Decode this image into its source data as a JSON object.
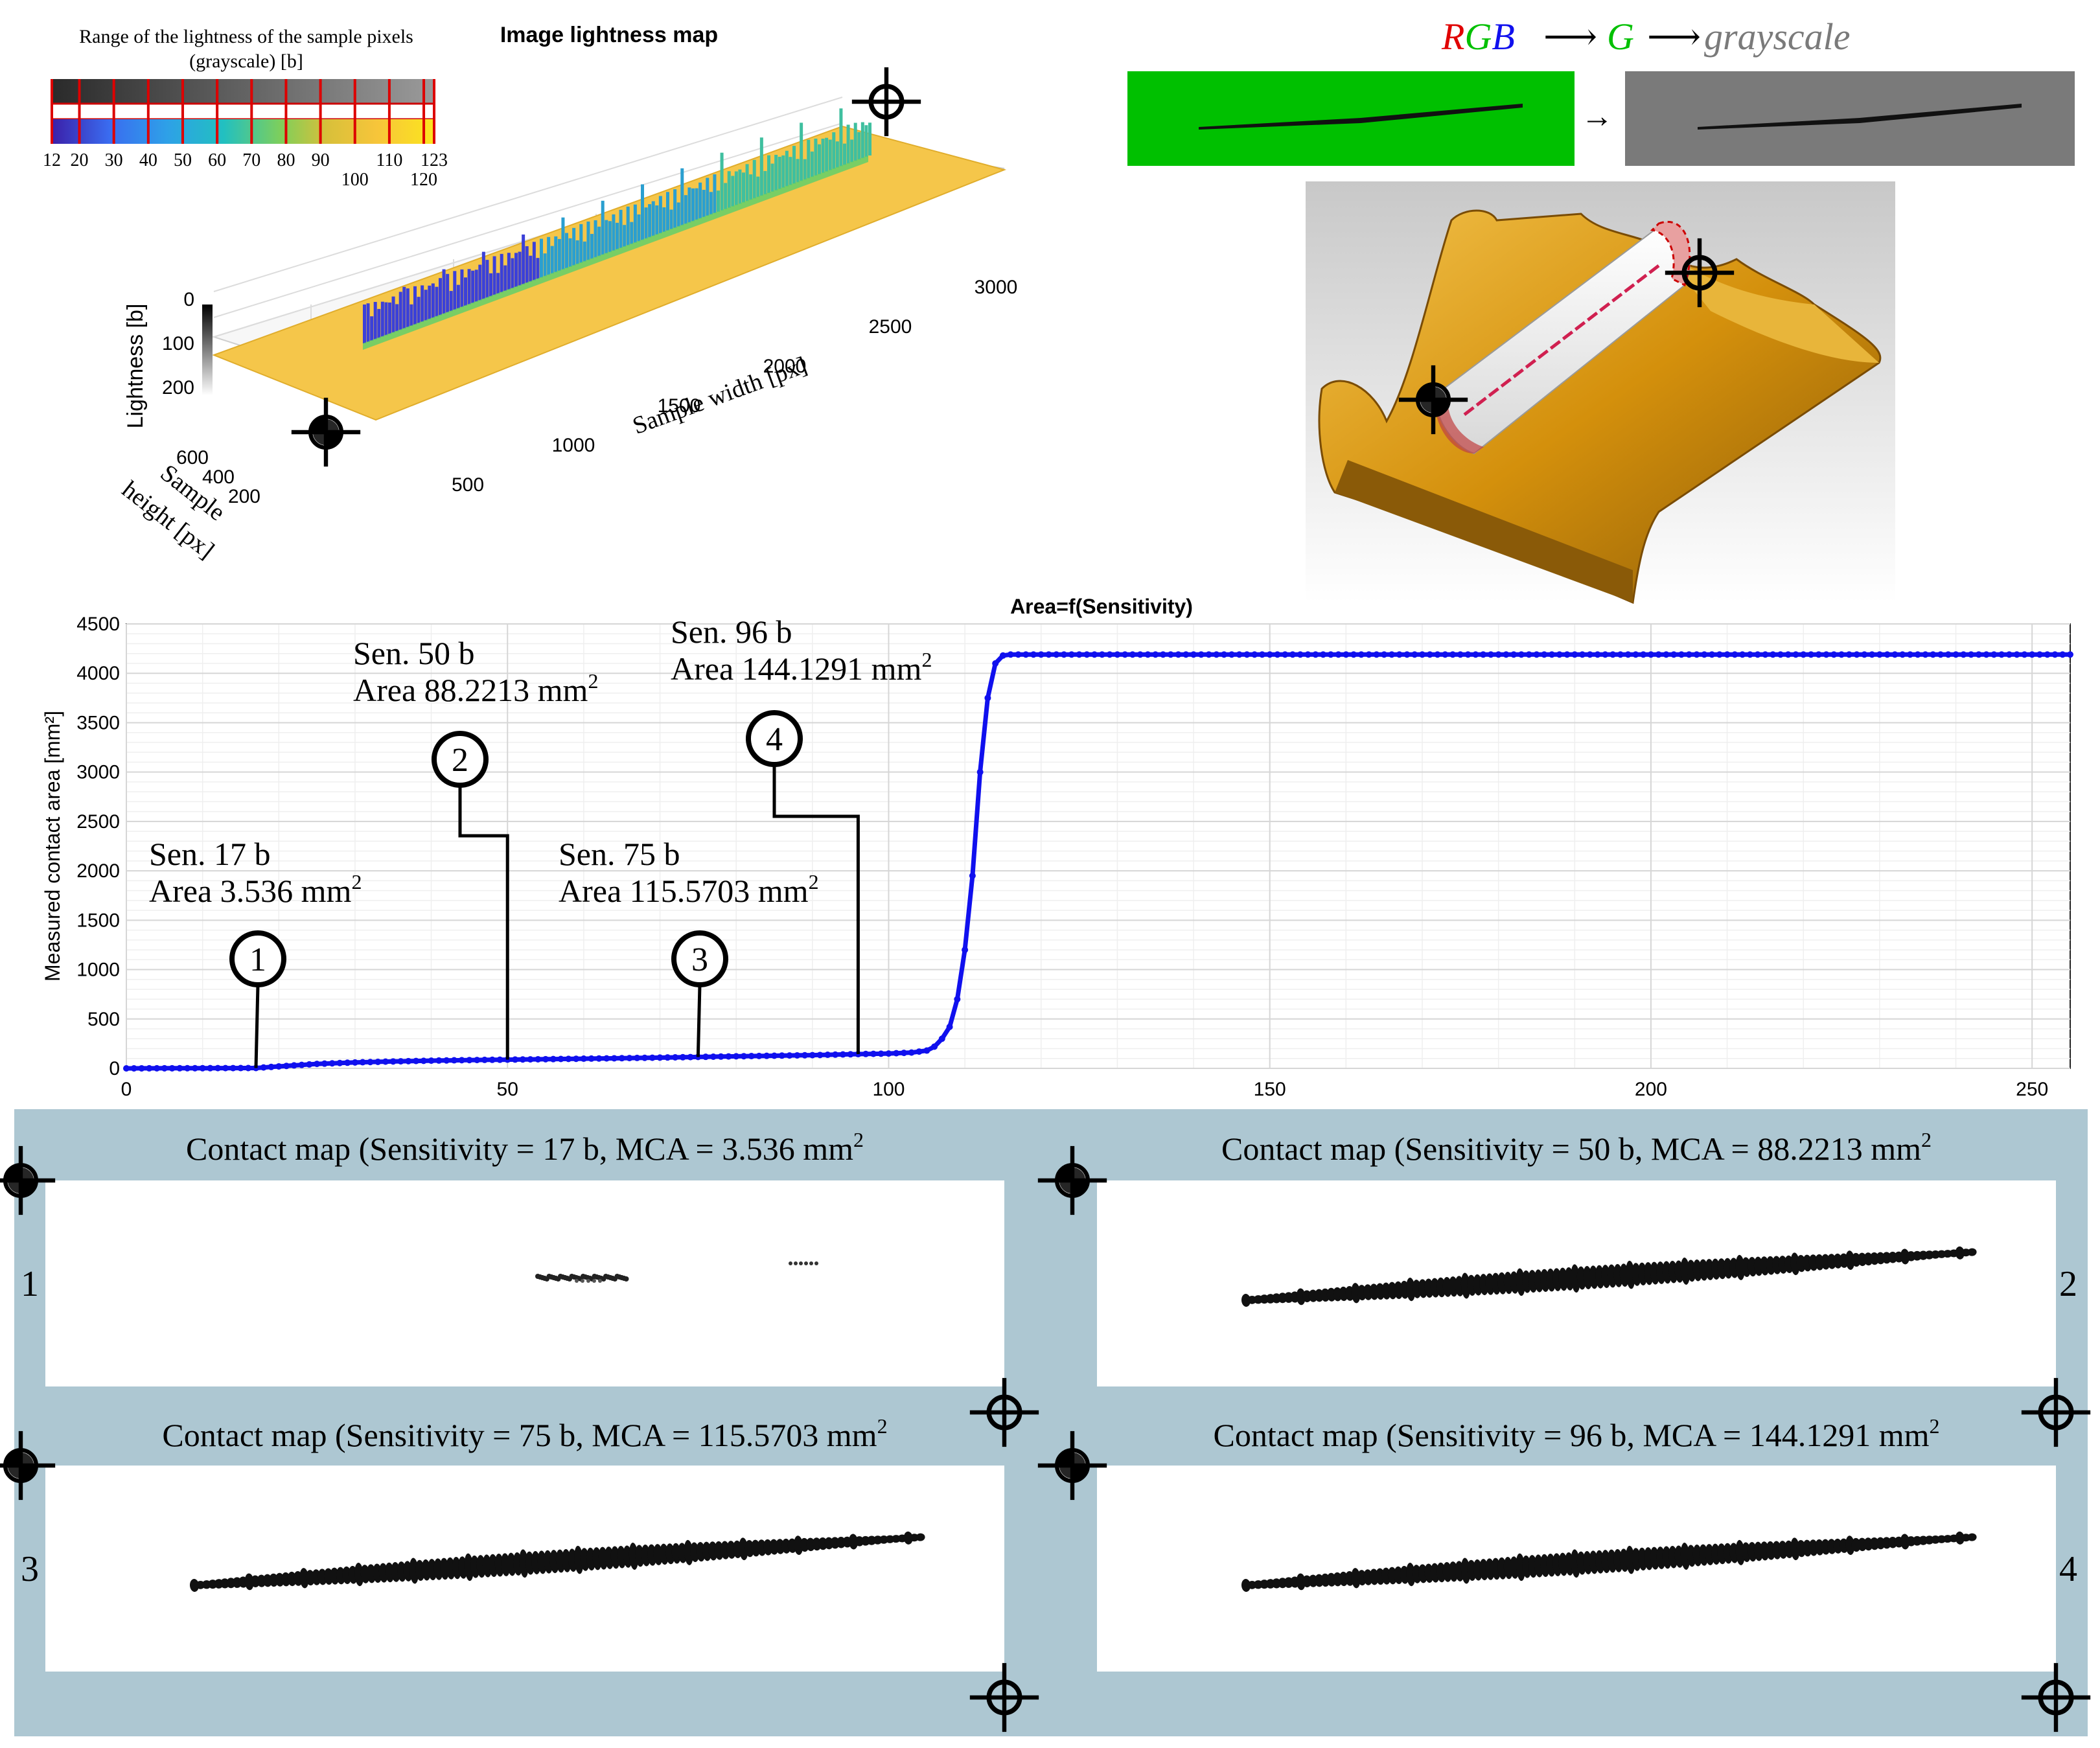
{
  "colors": {
    "series_blue": "#1010ee",
    "panel_bg": "#adc7d2",
    "green_image": "#00c000",
    "gray_image": "#7a7a7a",
    "gear_gold": "#d9920a",
    "surface_yellow": "#f5c64a",
    "grid": "#e3e3e3"
  },
  "top_left": {
    "colorbar_title_line1": "Range of the lightness of the sample pixels",
    "colorbar_title_line2": "(grayscale) [b]",
    "colorbar_ticks_top_row": [
      "12",
      "20",
      "30",
      "40",
      "50",
      "60",
      "70",
      "80",
      "90",
      "110",
      "123"
    ],
    "colorbar_ticks_bottom_row": [
      "100",
      "120"
    ],
    "map_title": "Image lightness map",
    "z_label": "Lightness [b]",
    "z_ticks": [
      "0",
      "100",
      "200"
    ],
    "y_label_line1": "Sample",
    "y_label_line2": "height [px]",
    "y_ticks": [
      "600",
      "400",
      "200"
    ],
    "x_label": "Sample width [px]",
    "x_ticks": [
      "500",
      "1000",
      "1500",
      "2000",
      "2500",
      "3000"
    ]
  },
  "top_right": {
    "pipeline_r": "R",
    "pipeline_g": "G",
    "pipeline_b": "B",
    "pipeline_arrow": "⟶",
    "pipeline_g2": "G",
    "pipeline_gray": "grayscale",
    "arrow_glyph": "→",
    "icons": [
      "crosshair-target-icon",
      "crosshair-filled-icon"
    ]
  },
  "chart_data": {
    "type": "line",
    "title": "Area=f(Sensitivity)",
    "xlabel": "",
    "ylabel": "Measured contact area [mm²]",
    "xlim": [
      0,
      255
    ],
    "ylim": [
      0,
      4500
    ],
    "x_ticks": [
      0,
      50,
      100,
      150,
      200,
      250
    ],
    "y_ticks": [
      0,
      500,
      1000,
      1500,
      2000,
      2500,
      3000,
      3500,
      4000,
      4500
    ],
    "grid": true,
    "series": [
      {
        "x": [
          0,
          5,
          10,
          15,
          17,
          20,
          25,
          30,
          35,
          40,
          45,
          50,
          55,
          60,
          65,
          70,
          75,
          80,
          85,
          90,
          96,
          100,
          103,
          105,
          106,
          107,
          108,
          109,
          110,
          111,
          112,
          113,
          114,
          115,
          116,
          120,
          150,
          200,
          255
        ],
        "y": [
          0,
          1,
          2,
          3,
          3.536,
          20,
          45,
          60,
          70,
          78,
          84,
          88.2213,
          93,
          98,
          103,
          109,
          115.5703,
          122,
          128,
          134,
          144.1291,
          150,
          160,
          180,
          220,
          300,
          420,
          700,
          1200,
          1950,
          3000,
          3750,
          4100,
          4180,
          4190,
          4190,
          4190,
          4190,
          4190
        ]
      }
    ],
    "annotations": [
      {
        "id": "1",
        "x": 17,
        "y": 3.536,
        "sen": "Sen. 17 b",
        "area": "Area 3.536 mm",
        "sup": "2"
      },
      {
        "id": "2",
        "x": 50,
        "y": 88.2213,
        "sen": "Sen. 50 b",
        "area": "Area 88.2213 mm",
        "sup": "2"
      },
      {
        "id": "3",
        "x": 75,
        "y": 115.5703,
        "sen": "Sen. 75 b",
        "area": "Area 115.5703 mm",
        "sup": "2"
      },
      {
        "id": "4",
        "x": 96,
        "y": 144.1291,
        "sen": "Sen. 96 b",
        "area": "Area 144.1291 mm",
        "sup": "2"
      }
    ]
  },
  "contact_maps": [
    {
      "title": "Contact map (Sensitivity = 17 b, MCA = 3.536 mm",
      "sup": "2",
      "number": "1"
    },
    {
      "title": "Contact map (Sensitivity = 50 b, MCA = 88.2213 mm",
      "sup": "2",
      "number": "2"
    },
    {
      "title": "Contact map (Sensitivity = 75 b, MCA = 115.5703 mm",
      "sup": "2",
      "number": "3"
    },
    {
      "title": "Contact map (Sensitivity = 96 b, MCA = 144.1291 mm",
      "sup": "2",
      "number": "4"
    }
  ]
}
